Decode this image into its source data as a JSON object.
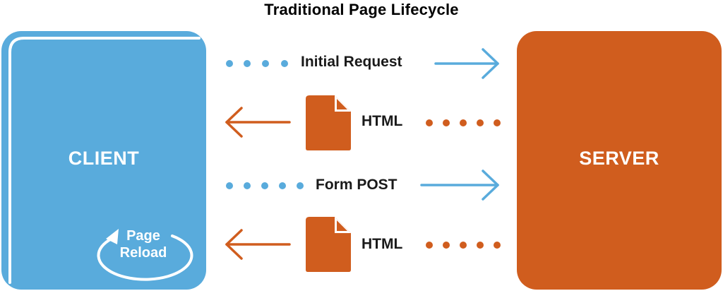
{
  "title": "Traditional Page Lifecycle",
  "client": {
    "label": "CLIENT",
    "reload_line1": "Page",
    "reload_line2": "Reload"
  },
  "server": {
    "label": "SERVER"
  },
  "flows": [
    {
      "label": "Initial Request",
      "direction": "to-server"
    },
    {
      "label": "HTML",
      "direction": "to-client"
    },
    {
      "label": "Form POST",
      "direction": "to-server"
    },
    {
      "label": "HTML",
      "direction": "to-client"
    }
  ],
  "colors": {
    "client": "#59abdc",
    "server": "#d05d1e",
    "text": "#1a1a1a"
  }
}
